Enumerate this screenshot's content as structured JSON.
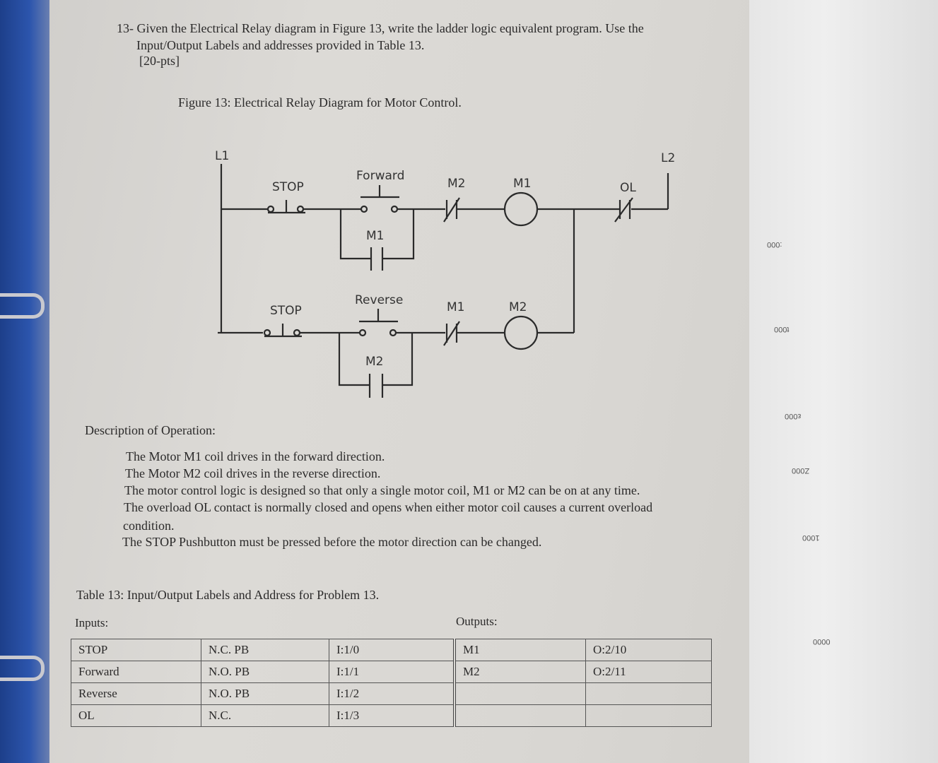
{
  "question": {
    "line1": "13- Given the Electrical Relay diagram in Figure 13, write the ladder logic equivalent program.  Use the",
    "line2": "Input/Output Labels and addresses provided in Table 13.",
    "points": "[20-pts]"
  },
  "figure": {
    "caption": "Figure 13:  Electrical Relay Diagram for Motor Control.",
    "labels": {
      "l1": "L1",
      "l2": "L2",
      "rung1_stop": "STOP",
      "rung1_forward": "Forward",
      "rung1_m1_seal": "M1",
      "rung1_m2_nc": "M2",
      "rung1_m1_coil": "M1",
      "rung1_ol": "OL",
      "rung2_stop": "STOP",
      "rung2_reverse": "Reverse",
      "rung2_m2_seal": "M2",
      "rung2_m1_nc": "M1",
      "rung2_m2_coil": "M2"
    }
  },
  "description": {
    "heading": "Description of Operation:",
    "lines": [
      "The Motor M1 coil drives in the forward direction.",
      "The Motor M2 coil drives in the reverse direction.",
      "The motor control logic is designed so that only a single motor coil, M1 or M2 can be on at any time.",
      "The overload OL contact is normally closed and opens when either motor coil causes a current overload",
      "condition.",
      "The STOP Pushbutton must be pressed before the motor direction can be changed."
    ]
  },
  "table": {
    "caption": "Table 13: Input/Output Labels and Address for Problem 13.",
    "inputs_label": "Inputs:",
    "outputs_label": "Outputs:",
    "rows": [
      {
        "name": "STOP",
        "type": "N.C. PB",
        "addr": "I:1/0",
        "out": "M1",
        "out_addr": "O:2/10"
      },
      {
        "name": "Forward",
        "type": "N.O. PB",
        "addr": "I:1/1",
        "out": "M2",
        "out_addr": "O:2/11"
      },
      {
        "name": "Reverse",
        "type": "N.O. PB",
        "addr": "I:1/2",
        "out": "",
        "out_addr": ""
      },
      {
        "name": "OL",
        "type": "N.C.",
        "addr": "I:1/3",
        "out": "",
        "out_addr": ""
      }
    ]
  },
  "side_tabs": [
    ":000",
    "t000",
    "ε000",
    "Z000",
    "1000",
    "0000"
  ]
}
